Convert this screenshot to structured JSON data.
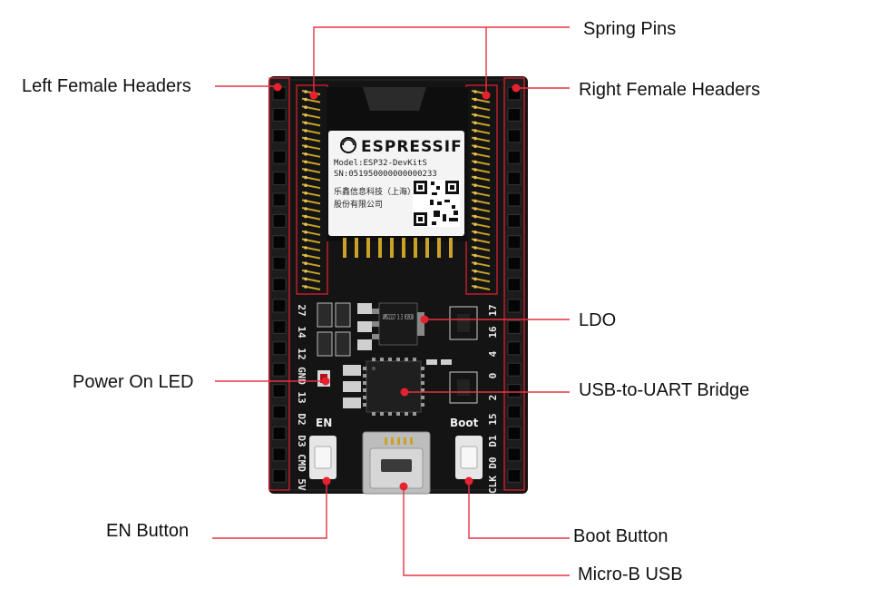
{
  "labels": {
    "spring_pins": "Spring Pins",
    "left_headers": "Left Female Headers",
    "right_headers": "Right Female Headers",
    "ldo": "LDO",
    "power_led": "Power On LED",
    "usb_uart": "USB-to-UART Bridge",
    "en_button": "EN Button",
    "boot_button": "Boot Button",
    "micro_usb": "Micro-B USB"
  },
  "silkscreen": {
    "en": "EN",
    "boot": "Boot",
    "left_pins": [
      "27",
      "14",
      "12",
      "GND",
      "13",
      "D2",
      "D3",
      "CMD",
      "5V"
    ],
    "right_pins": [
      "17",
      "16",
      "4",
      "0",
      "2",
      "15",
      "D1",
      "D0",
      "CLK"
    ]
  },
  "module": {
    "brand": "ESPRESSIF",
    "model": "Model:ESP32-DevKitS",
    "serial": "SN:051950000000000233",
    "vendor_line1": "乐鑫信息科技（上海）",
    "vendor_line2": "股份有限公司"
  },
  "chips": {
    "ldo_marking": "AMS1117 3.3 H1930"
  },
  "colors": {
    "pcb": "#141414",
    "accent": "#e8202f",
    "gold": "#c9a227"
  }
}
